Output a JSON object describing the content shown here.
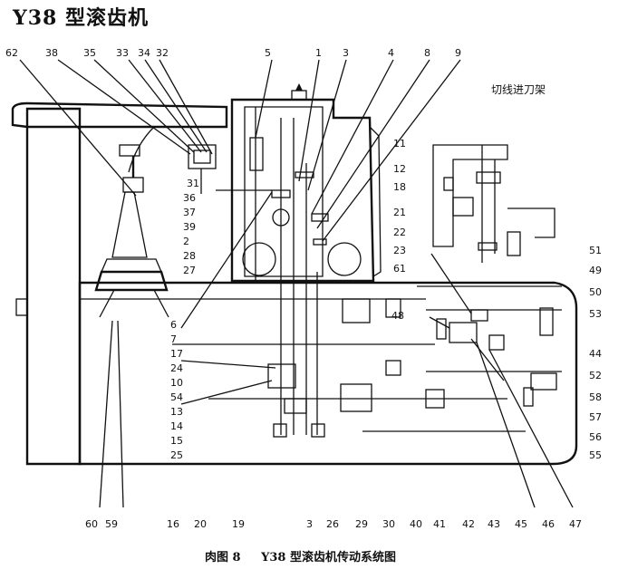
{
  "title": "Y38 型滚齿机",
  "side_label": "切线进刀架",
  "caption": {
    "figure": "肉图 8",
    "text": "Y38 型滚齿机传动系统图"
  },
  "labels": {
    "top": [
      "62",
      "38",
      "35",
      "33",
      "34",
      "32",
      "5",
      "1",
      "3",
      "4",
      "8",
      "9"
    ],
    "left": [
      "31",
      "36",
      "37",
      "39",
      "2",
      "28",
      "27",
      "6",
      "7",
      "17",
      "24",
      "10",
      "54",
      "13",
      "14",
      "15",
      "25"
    ],
    "right_mid": [
      "11",
      "12",
      "18",
      "21",
      "22",
      "23",
      "61",
      "48"
    ],
    "right": [
      "51",
      "49",
      "50",
      "53",
      "44",
      "52",
      "58",
      "57",
      "56",
      "55"
    ],
    "bottom": [
      "60",
      "59",
      "16",
      "20",
      "19",
      "3",
      "26",
      "29",
      "30",
      "40",
      "41",
      "42",
      "43",
      "45",
      "46",
      "47"
    ]
  }
}
